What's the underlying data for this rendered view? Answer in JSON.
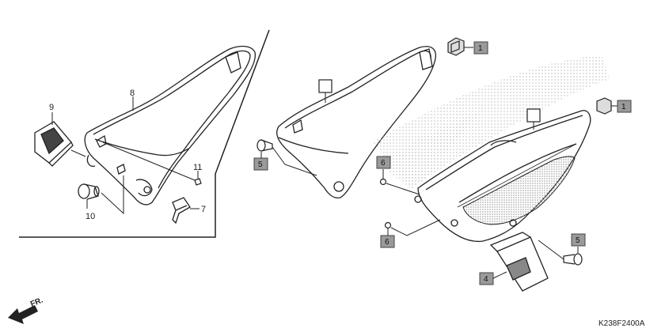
{
  "callouts": {
    "c1a": "1",
    "c1b": "1",
    "c4": "4",
    "c5a": "5",
    "c5b": "5",
    "c6a": "6",
    "c6b": "6",
    "c7": "7",
    "c8": "8",
    "c9": "9",
    "c10": "10",
    "c11": "11"
  },
  "front_arrow_label": "FR.",
  "diagram_code": "K238F2400A",
  "colors": {
    "line": "#222222",
    "badge_fill": "#9a9a9a",
    "badge_stroke": "#444444",
    "dot_shade": "#b5b5b5"
  }
}
